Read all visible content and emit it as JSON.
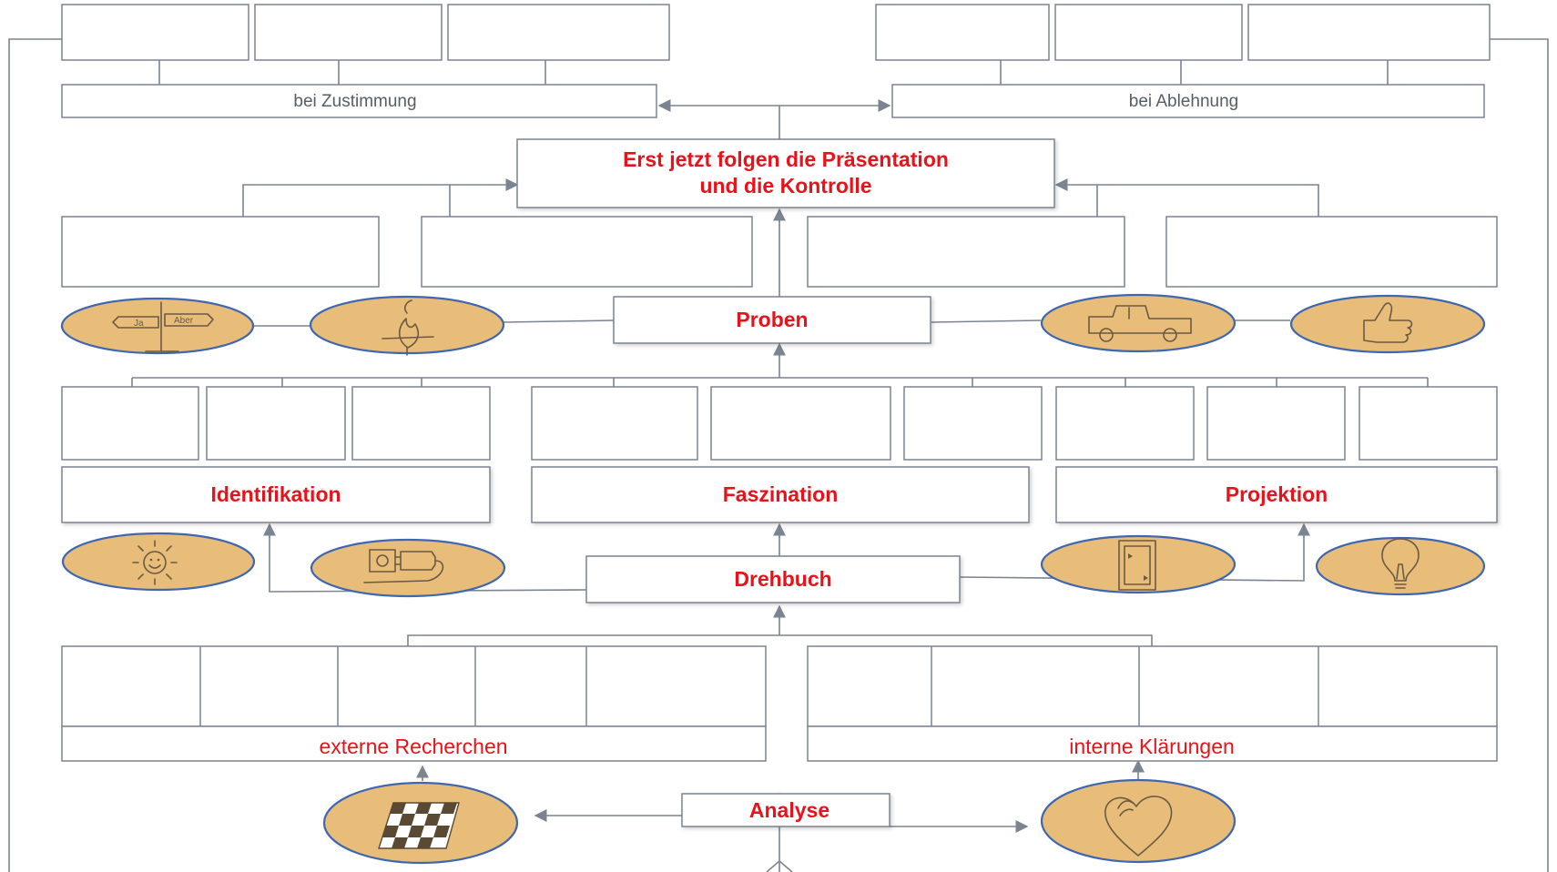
{
  "labels": {
    "bei_zustimmung": "bei Zustimmung",
    "bei_ablehnung": "bei Ablehnung",
    "praesentation_line1": "Erst jetzt folgen die Präsentation",
    "praesentation_line2": "und die Kontrolle",
    "proben": "Proben",
    "identifikation": "Identifikation",
    "faszination": "Faszination",
    "projektion": "Projektion",
    "drehbuch": "Drehbuch",
    "externe_recherchen": "externe Recherchen",
    "interne_klaerungen": "interne Klärungen",
    "analyse": "Analyse"
  },
  "sketches": {
    "signpost_left": "Ja",
    "signpost_right": "Aber"
  },
  "icons": [
    "signpost-icon",
    "fire-icon",
    "truck-icon",
    "thumbs-up-icon",
    "sun-icon",
    "plug-icon",
    "frame-icon",
    "light-bulb-icon",
    "chessboard-icon",
    "heart-icon"
  ],
  "colors": {
    "label_red": "#e8121a",
    "oval_fill": "#e8bd7a",
    "oval_stroke": "#3f67b0",
    "line_grey": "#7b8490"
  }
}
